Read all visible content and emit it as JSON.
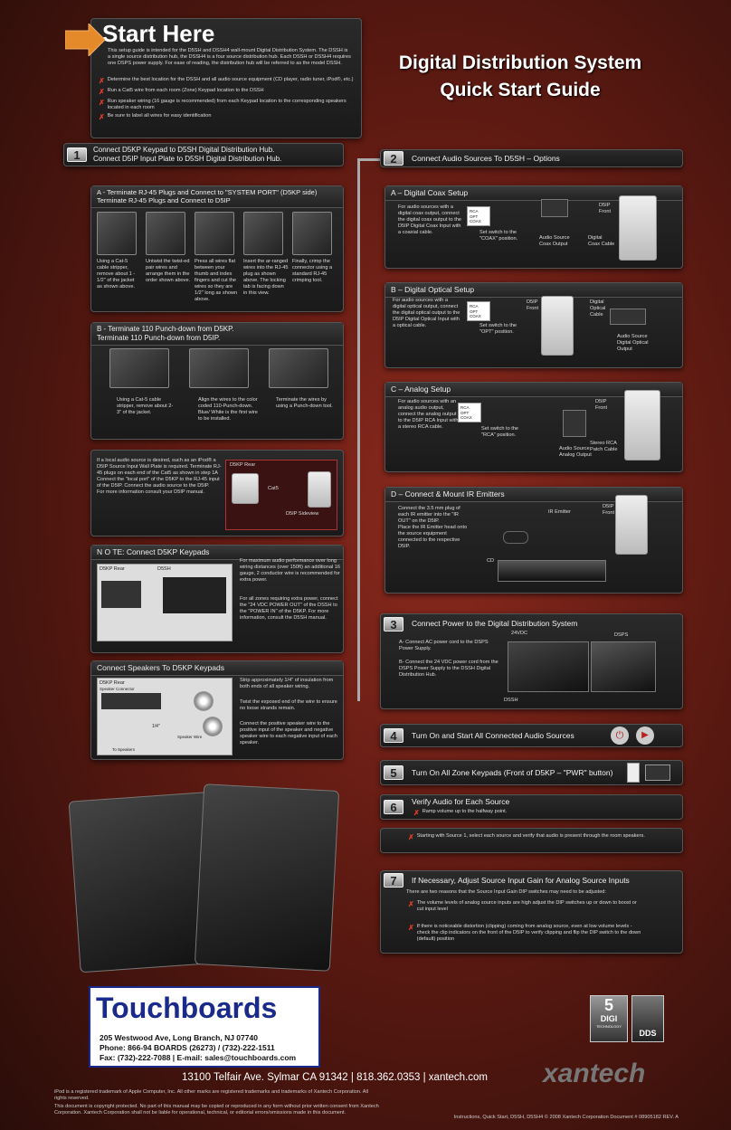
{
  "header": {
    "start_here": "Start Here",
    "intro": "This setup guide is intended for the D5SH and DSSH4 wall-mount Digital Distribution System. The DSSH is a single source distribution hub, the DSSH4 is a four source distribution hub. Each DSSH or DSSH4 requires one DSPS power supply. For ease of reading, the distribution hub will be referred to as the model DSSH.",
    "bullets": [
      "Determine the best location for the DSSH and all audio source equipment (CD player, radio tuner, iPod®, etc.)",
      "Run a Cat5 wire from each room (Zone) Keypad location to the DSSH",
      "Run speaker wiring (16 gauge is recommended) from each Keypad location to the corresponding speakers located in each room",
      "Be sure to label all wires for easy identification"
    ],
    "title_line1": "Digital Distribution System",
    "title_line2": "Quick Start Guide"
  },
  "step1": {
    "num": "1",
    "title": "Connect D5KP Keypad to D5SH Digital Distribution Hub.\nConnect D5IP Input Plate to D5SH Digital Distribution Hub.",
    "a_title": "A  - Terminate RJ-45 Plugs and Connect to \"SYSTEM PORT\" (D5KP side)\nTerminate RJ-45 Plugs and Connect to D5IP",
    "a_captions": [
      "Using a Cat-5 cable stripper, remove about 1 - 1/2\" of the jacket as shown above.",
      "Untwist the twist-ed pair wires and arrange them in the order shown above.",
      "Press all wires flat between your thumb and index fingers and cut the wires so they are 1/2\" long as shown above.",
      "Insert the ar-ranged wires into the RJ-45 plug as shown above. The locking tab is facing down in this view.",
      "Finally, crimp the connector using a standard RJ-45 crimping tool."
    ],
    "b_title": "B - Terminate 110 Punch-down from D5KP.\n     Terminate 110 Punch-down from D5IP.",
    "b_captions": [
      "Using a Cat-5 cable stripper, remove about 2-3\" of the jacket.",
      "Align the wires to the color coded 110-Punch-down. Blue/ White is the first wire to be installed.",
      "Terminate the wires by using a Punch-down tool."
    ],
    "local_text": "If a local audio source is desired, such as an iPod® a D5IP Source Input Wall Plate is required. Terminate RJ-45 plugs on each end of the Cat5 as shown in step 1A Connect the \"local port\" of the D5KP to the RJ-45 input of the D5IP. Connect the audio source to the D5IP.\nFor more information consult your D5IP manual.",
    "local_labels": [
      "D5KP Rear",
      "Cat5",
      "D5IP Sideview"
    ]
  },
  "note": {
    "title": "N O TE:  Connect D5KP Keypads",
    "labels": [
      "D5KP Rear",
      "D5SH"
    ],
    "text1": "For maximum audio performance over long wiring distances (over 150ft) an additional 16 gauge, 2 conductor wire is recommended for extra power.",
    "text2": "For all zones requiring extra power, connect the \"24 VDC POWER OUT\" of the DSSH to the \"POWER IN\" of the D5KP. For more information, consult the D5SH manual."
  },
  "speakers": {
    "title": "Connect Speakers To D5KP Keypads",
    "labels": [
      "D5KP Rear",
      "Speaker Connector",
      "1/4\"",
      "Speaker Wire",
      "To Speakers"
    ],
    "text1": "Strip approximately 1/4\" of insulation from both ends of all speaker wiring.",
    "text2": "Twist the exposed end of the wire to ensure no loose strands remain.",
    "text3": "Connect the positive speaker wire to the positive input of the speaker and negative speaker wire to each negative input of each speaker."
  },
  "step2": {
    "num": "2",
    "title": "Connect Audio Sources To D5SH – Options",
    "a_title": "A  – Digital Coax Setup",
    "a_text": "For audio sources with a digital coax output, connect the digital coax output to the D5IP Digital Coax Input with a coaxial cable.",
    "a_switch": "Set switch to the \"COAX\" position.",
    "a_labels": [
      "D5IP Front",
      "Audio Source Coax Output",
      "Digital Coax Cable"
    ],
    "b_title": "B  – Digital Optical Setup",
    "b_text": "For audio sources with a digital optical output, connect the digital optical output to the D5IP Digital Optical Input with a optical cable.",
    "b_switch": "Set switch to the \"OPT\" position.",
    "b_labels": [
      "D5IP Front",
      "Digital Optical Cable",
      "Audio Source Digital Optical Output"
    ],
    "c_title": "C  – Analog Setup",
    "c_text": "For audio sources with an analog audio output, connect the analog output to the D5IP RCA Input with a stereo RCA cable.",
    "c_switch": "Set switch to the \"RCA\" position.",
    "c_labels": [
      "D5IP Front",
      "Stereo RCA Patch Cable",
      "Audio Source Analog Output"
    ],
    "d_title": "D  – Connect & Mount IR Emitters",
    "d_text": "Connect the 3.5 mm plug of each IR emitter into the \"IR OUT\" on the D5IP.\nPlace the IR Emitter head onto the source equipment connected to the respective D5IP.",
    "d_labels": [
      "IR Emitter",
      "D5IP Front",
      "CD"
    ],
    "switch_opts": [
      "RCA",
      "OPT",
      "COAX"
    ]
  },
  "step3": {
    "num": "3",
    "title": "Connect Power to the Digital Distribution System",
    "a": "A-  Connect AC power cord to the DSPS Power Supply.",
    "b": "B-  Connect the 24 VDC power cord from the DSPS Power Supply to the DSSH Digital Distribution Hub.",
    "labels": [
      "24VDC",
      "DSPS",
      "DSSH"
    ]
  },
  "step4": {
    "num": "4",
    "title": "Turn On and Start All Connected Audio Sources"
  },
  "step5": {
    "num": "5",
    "title": "Turn On All Zone Keypads (Front of D5KP – \"PWR\" button)"
  },
  "step6": {
    "num": "6",
    "title": "Verify Audio for Each Source",
    "sub": "Ramp volume up to the halfway point.",
    "text": "Starting with Source 1, select each source and verify that audio is present through the room speakers."
  },
  "step7": {
    "num": "7",
    "title": "If Necessary, Adjust Source Input Gain for Analog Source Inputs",
    "intro": "There are two reasons that the Source Input Gain DIP switches may need to be adjusted:",
    "r1": "The volume levels of analog source inputs are high adjust the DIP switches up or down to boost or cut input level",
    "r2": "If there is noticeable distortion (clipping) coming from analog source, even at low volume levels - check the clip indicators on the front of the D5IP to verify clipping and flip the DIP switch to the down (default) position"
  },
  "dealer": {
    "logo": "Touchboards",
    "address": "205 Westwood Ave, Long Branch, NJ 07740",
    "phone": "Phone: 866-94 BOARDS (26273) / (732)-222-1511",
    "fax": "Fax: (732)-222-7088 | E-mail: sales@touchboards.com"
  },
  "badges": {
    "digi_num": "5",
    "digi": "DIGI",
    "digi_sub": "TECHNOLOGY",
    "dds": "DDS"
  },
  "footer": {
    "address": "13100 Telfair Ave. Sylmar CA 91342  |  818.362.0353  |  xantech.com",
    "brand": "xantech",
    "legal1": "iPod is a registered trademark of Apple Computer, Inc. All other marks are registered trademarks and trademarks of Xantech Corporation. All rights reserved.",
    "legal2": "This document is copyright protected. No part of this manual may be copied or reproduced in any form without prior written consent from Xantech Corporation. Xantech Corporation shall not be liable for operational, technical, or editorial errors/omissions made in this document.",
    "docnum": "Instructions, Quick Start, D5SH, D5SH4 © 2008 Xantech Corporation Document # 08905182 REV. A"
  },
  "colors": {
    "accent": "#e58a2b",
    "x": "#e53b2a",
    "panel": "#1f1f1f"
  }
}
